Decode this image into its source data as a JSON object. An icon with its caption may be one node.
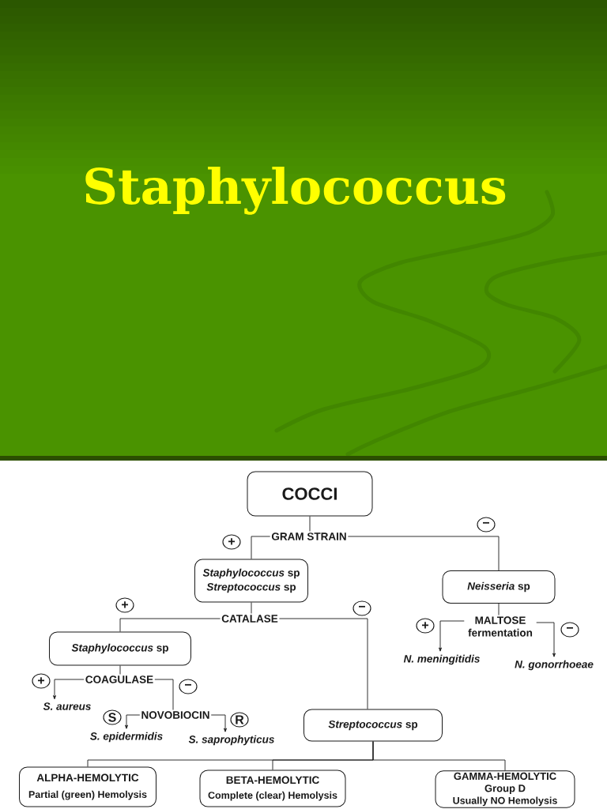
{
  "diagram": {
    "title": "Staphylococcus",
    "nodes": [
      {
        "text": [
          "COCCI"
        ]
      },
      {
        "text": [
          "GRAM STRAIN"
        ]
      },
      {
        "text": [
          "*Staphylococcus* sp",
          "*Streptococcus* sp"
        ]
      },
      {
        "text": [
          "*Neisseria* sp"
        ]
      },
      {
        "text": [
          "CATALASE"
        ]
      },
      {
        "text": [
          "MALTOSE fermentation"
        ]
      },
      {
        "text": [
          "*Staphylococcus* sp"
        ]
      },
      {
        "text": [
          "N. meningitidis"
        ]
      },
      {
        "text": [
          "N. gonorrhoeae"
        ]
      },
      {
        "text": [
          "COAGULASE"
        ]
      },
      {
        "text": [
          "S. aureus"
        ]
      },
      {
        "text": [
          "NOVOBIOCIN"
        ]
      },
      {
        "text": [
          "S. epidermidis"
        ]
      },
      {
        "text": [
          "S. saprophyticus"
        ]
      },
      {
        "text": [
          "*Streptococcus* sp"
        ]
      },
      {
        "text": [
          "ALPHA-HEMOLYTIC",
          "Partial (green) Hemolysis"
        ]
      },
      {
        "text": [
          "BETA-HEMOLYTIC",
          "Complete (clear) Hemolysis"
        ]
      },
      {
        "text": [
          "GAMMA-HEMOLYTIC",
          "Group D",
          "Usually NO Hemolysis"
        ]
      }
    ],
    "edges": [
      {
        "from": 0,
        "to": 1,
        "arrow": "none"
      },
      {
        "from": 1,
        "to": 2,
        "arrow": "none",
        "label": "+"
      },
      {
        "from": 1,
        "to": 3,
        "arrow": "none",
        "label": "−"
      },
      {
        "from": 2,
        "to": 4,
        "arrow": "none"
      },
      {
        "from": 4,
        "to": 6,
        "arrow": "none",
        "label": "+"
      },
      {
        "from": 4,
        "to": 14,
        "arrow": "none",
        "label": "−"
      },
      {
        "from": 3,
        "to": 5,
        "arrow": "none"
      },
      {
        "from": 5,
        "to": 7,
        "arrow": "to",
        "label": "+"
      },
      {
        "from": 5,
        "to": 8,
        "arrow": "to",
        "label": "−"
      },
      {
        "from": 6,
        "to": 9,
        "arrow": "none"
      },
      {
        "from": 9,
        "to": 10,
        "arrow": "to",
        "label": "+"
      },
      {
        "from": 9,
        "to": 11,
        "arrow": "none",
        "label": "−"
      },
      {
        "from": 11,
        "to": 12,
        "arrow": "to",
        "label": "S"
      },
      {
        "from": 11,
        "to": 13,
        "arrow": "to",
        "label": "R"
      },
      {
        "from": 14,
        "to": 15,
        "arrow": "none"
      },
      {
        "from": 14,
        "to": 16,
        "arrow": "none"
      },
      {
        "from": 14,
        "to": 17,
        "arrow": "none"
      }
    ]
  }
}
